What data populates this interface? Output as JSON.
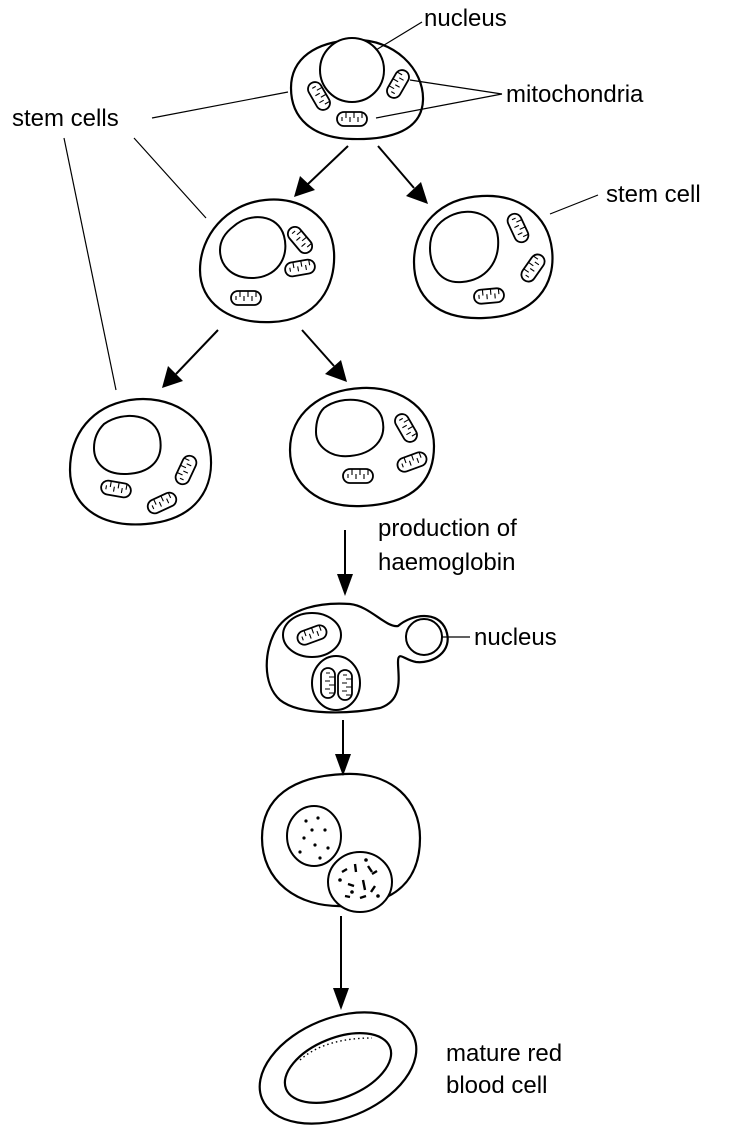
{
  "labels": {
    "nucleus_top": "nucleus",
    "mitochondria": "mitochondria",
    "stem_cells": "stem cells",
    "stem_cell": "stem cell",
    "production_line1": "production of",
    "production_line2": "haemoglobin",
    "nucleus_mid": "nucleus",
    "mature_line1": "mature red",
    "mature_line2": "blood cell"
  }
}
